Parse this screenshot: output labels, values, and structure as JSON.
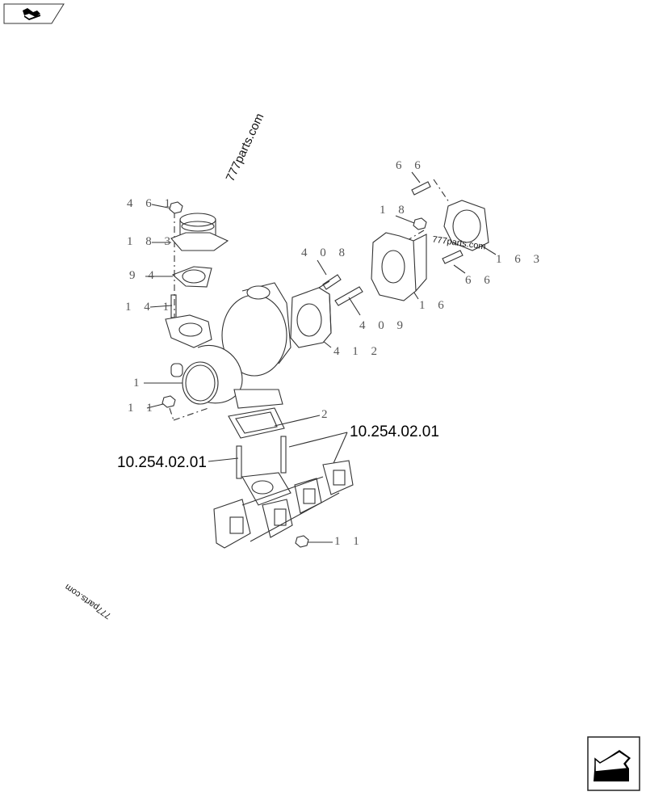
{
  "navigation": {
    "back_icon": "book-arrow-icon",
    "next_icon": "arrow-down-left-icon"
  },
  "watermarks": [
    {
      "text": "777parts.com",
      "rotation": 115
    },
    {
      "text": "777parts.com",
      "rotation": 0
    },
    {
      "text": "777parts.com",
      "rotation": 215
    }
  ],
  "callouts": [
    {
      "id": "461",
      "label": "4 6 1"
    },
    {
      "id": "183",
      "label": "1 8 3"
    },
    {
      "id": "94",
      "label": "9 4"
    },
    {
      "id": "141",
      "label": "1 4 1"
    },
    {
      "id": "1",
      "label": "1"
    },
    {
      "id": "11a",
      "label": "1 1"
    },
    {
      "id": "2",
      "label": "2"
    },
    {
      "id": "408",
      "label": "4 0 8"
    },
    {
      "id": "409",
      "label": "4 0 9"
    },
    {
      "id": "412",
      "label": "4 1 2"
    },
    {
      "id": "18",
      "label": "1 8"
    },
    {
      "id": "16",
      "label": "1 6"
    },
    {
      "id": "66a",
      "label": "6 6"
    },
    {
      "id": "66b",
      "label": "6 6"
    },
    {
      "id": "163",
      "label": "1 6 3"
    },
    {
      "id": "11b",
      "label": "1 1"
    }
  ],
  "references": [
    {
      "label": "10.254.02.01"
    },
    {
      "label": "10.254.02.01"
    }
  ],
  "colors": {
    "line": "#333333",
    "callout_text": "#555555",
    "reference_text": "#000000"
  }
}
